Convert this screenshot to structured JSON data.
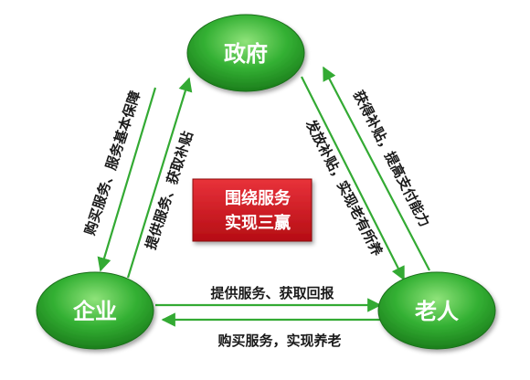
{
  "nodes": {
    "government": {
      "label": "政府"
    },
    "enterprise": {
      "label": "企业"
    },
    "elderly": {
      "label": "老人"
    }
  },
  "center": {
    "line1": "围绕服务",
    "line2": "实现三赢"
  },
  "edges": {
    "gov_to_enterprise": "购买服务、服务基本保障",
    "enterprise_to_gov": "提供服务、获取补贴",
    "gov_to_elderly": "发放补贴，实现老有所养",
    "elderly_to_gov": "获得补贴，提高支付能力",
    "enterprise_to_elderly": "提供服务、获取回报",
    "elderly_to_enterprise": "购买服务，实现养老"
  },
  "colors": {
    "node_fill": "#33b033",
    "node_light": "#8fe37a",
    "node_dark": "#1c7e1c",
    "arrow": "#33aa33",
    "center_fill": "#d9141b",
    "center_dark": "#a80c12"
  }
}
